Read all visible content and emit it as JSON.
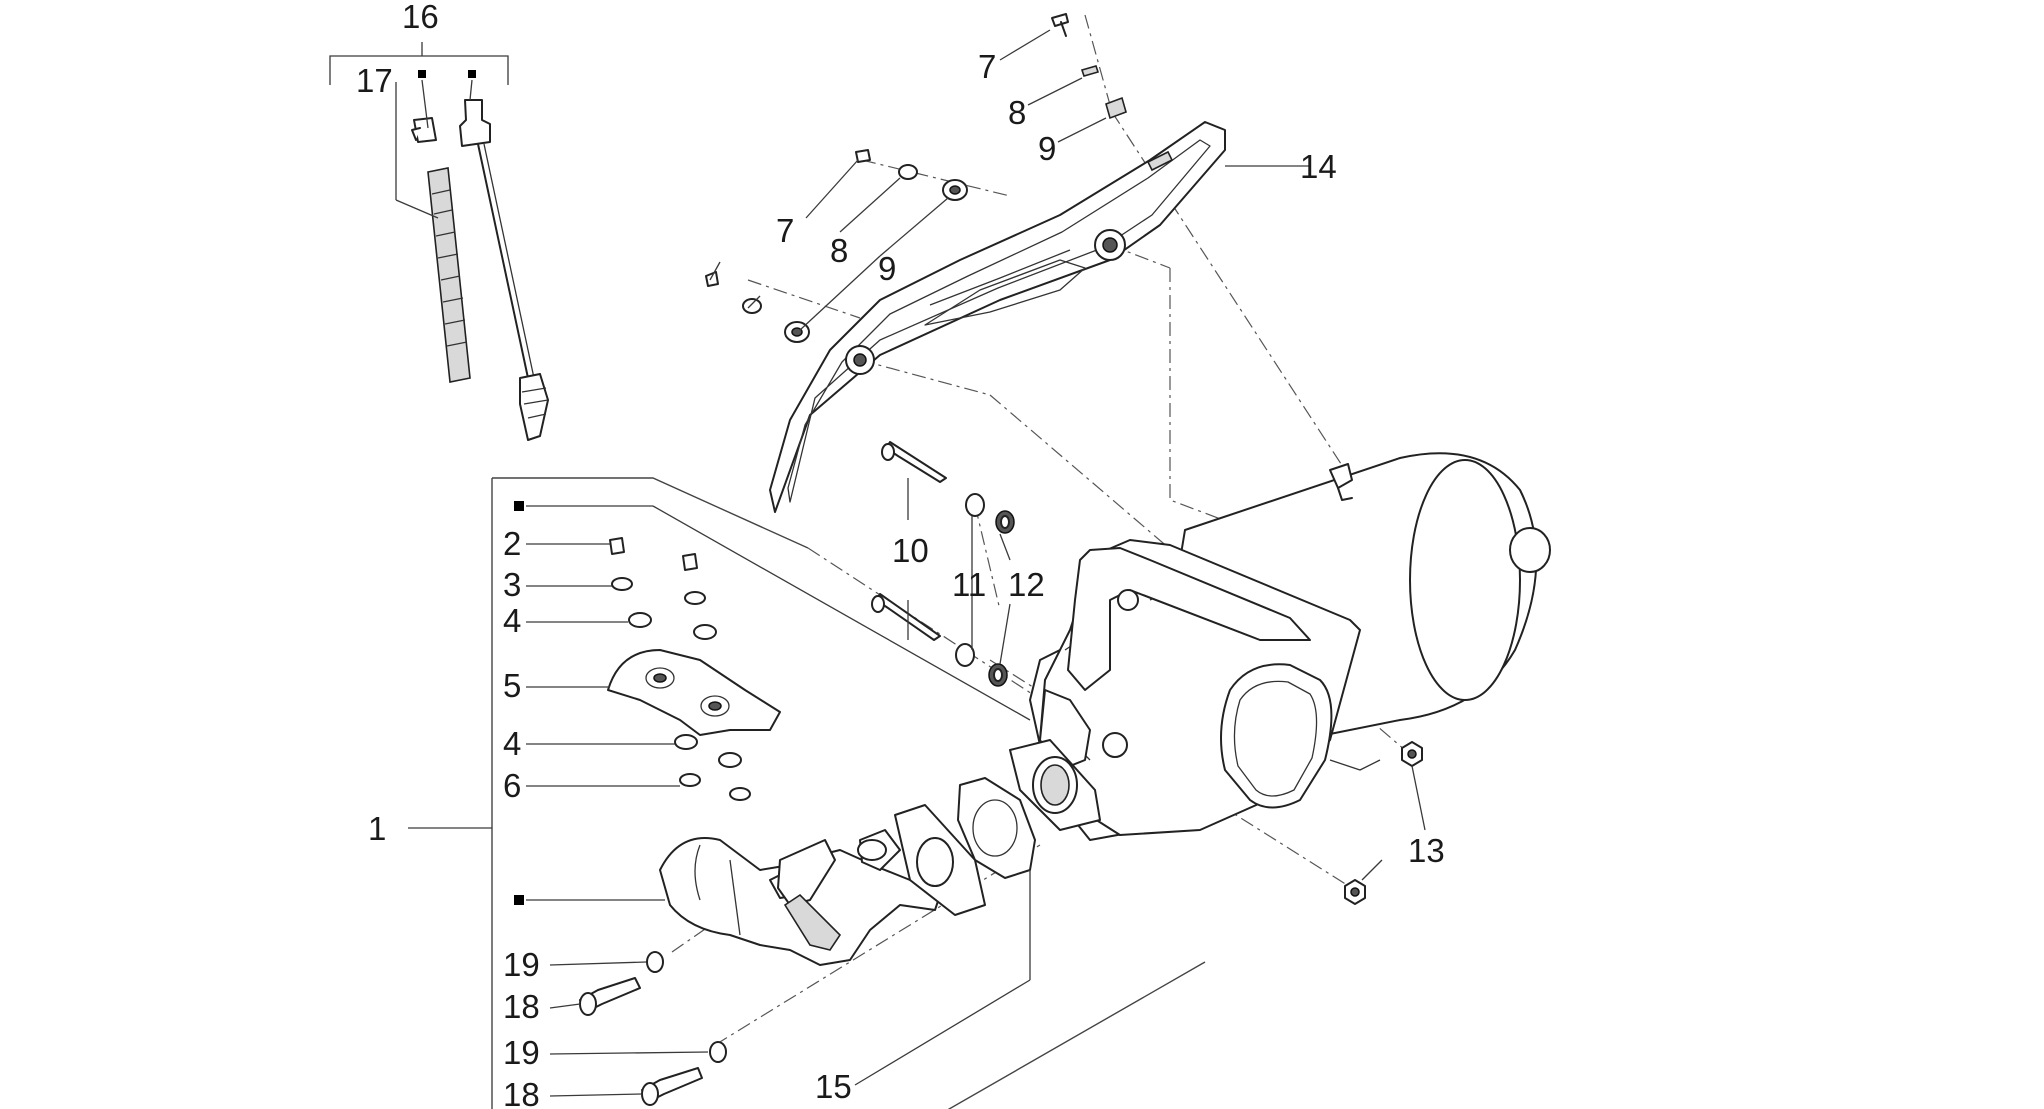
{
  "callouts": {
    "c1": "1",
    "c2": "2",
    "c3": "3",
    "c4a": "4",
    "c4b": "4",
    "c5": "5",
    "c6": "6",
    "c7a": "7",
    "c7b": "7",
    "c8a": "8",
    "c8b": "8",
    "c9a": "9",
    "c9b": "9",
    "c10": "10",
    "c11": "11",
    "c12": "12",
    "c13": "13",
    "c14": "14",
    "c15": "15",
    "c16": "16",
    "c17": "17",
    "c18a": "18",
    "c18b": "18",
    "c19a": "19",
    "c19b": "19"
  },
  "colors": {
    "line": "#222222",
    "background": "#ffffff",
    "marker": "#000000"
  },
  "markers": [
    "kit-marker-square",
    "kit-marker-square",
    "kit-marker-square",
    "kit-marker-square"
  ]
}
